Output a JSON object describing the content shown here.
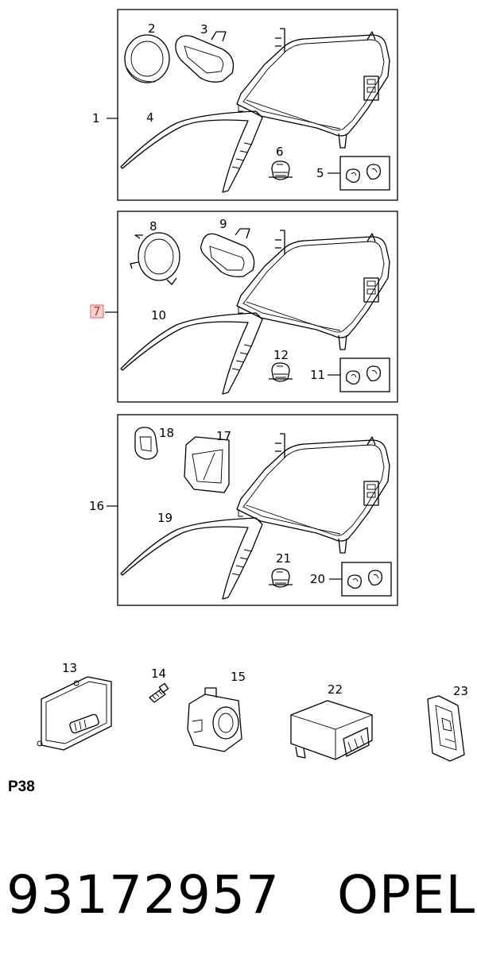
{
  "assemblies": [
    {
      "label": "1",
      "highlighted": false,
      "parts": [
        {
          "label": "2"
        },
        {
          "label": "3"
        },
        {
          "label": "4"
        },
        {
          "label": "6"
        },
        {
          "label": "5"
        }
      ]
    },
    {
      "label": "7",
      "highlighted": true,
      "parts": [
        {
          "label": "8"
        },
        {
          "label": "9"
        },
        {
          "label": "10"
        },
        {
          "label": "12"
        },
        {
          "label": "11"
        }
      ]
    },
    {
      "label": "16",
      "highlighted": false,
      "parts": [
        {
          "label": "18"
        },
        {
          "label": "17"
        },
        {
          "label": "19"
        },
        {
          "label": "21"
        },
        {
          "label": "20"
        }
      ]
    }
  ],
  "loose_parts": [
    {
      "label": "13"
    },
    {
      "label": "14"
    },
    {
      "label": "15"
    },
    {
      "label": "22"
    },
    {
      "label": "23"
    }
  ],
  "section_code": "P38",
  "part_number": "93172957",
  "brand": "OPEL",
  "colors": {
    "highlight_fill": "#fbd3d3",
    "highlight_stroke": "#e06060",
    "line": "#000000"
  }
}
